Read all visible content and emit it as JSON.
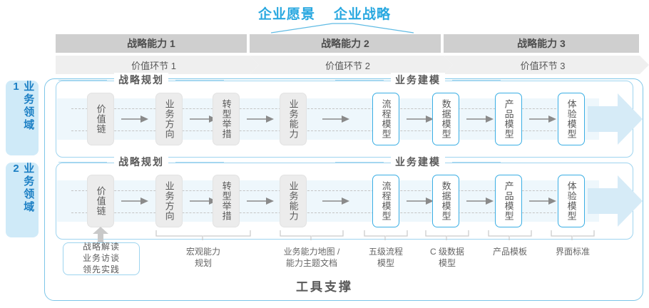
{
  "header": {
    "titles": [
      "企业愿景",
      "企业战略"
    ],
    "accent_color": "#29a8e0"
  },
  "capability_band": {
    "capabilities": [
      "战略能力 1",
      "战略能力 2",
      "战略能力 3"
    ],
    "value_links": [
      "价值环节 1",
      "价值环节 2",
      "价值环节 3"
    ],
    "capability_bg": "#cfcfcf",
    "value_bg": "#efefef"
  },
  "side_labels": [
    "业务领域 1",
    "业务领域 2"
  ],
  "sections": {
    "planning": "战略规划",
    "modeling": "业务建模"
  },
  "nodes": {
    "planning": [
      "价值链",
      "业务方向",
      "转型举措",
      "业务能力"
    ],
    "modeling": [
      "流程模型",
      "数据模型",
      "产品模型",
      "体验模型"
    ]
  },
  "tool_support": {
    "highlight_box": "战略解读\n业务访谈\n领先实践",
    "highlight_lines": [
      "战略解读",
      "业务访谈",
      "领先实践"
    ],
    "labels": [
      {
        "lines": [
          "宏观能力",
          "规划"
        ]
      },
      {
        "lines": [
          "业务能力地图 /",
          "能力主题文档"
        ]
      },
      {
        "lines": [
          "五级流程",
          "模型"
        ]
      },
      {
        "lines": [
          "C 级数据",
          "模型"
        ]
      },
      {
        "lines": [
          "产品模板"
        ]
      },
      {
        "lines": [
          "界面标准"
        ]
      }
    ],
    "title": "工具支撑"
  }
}
